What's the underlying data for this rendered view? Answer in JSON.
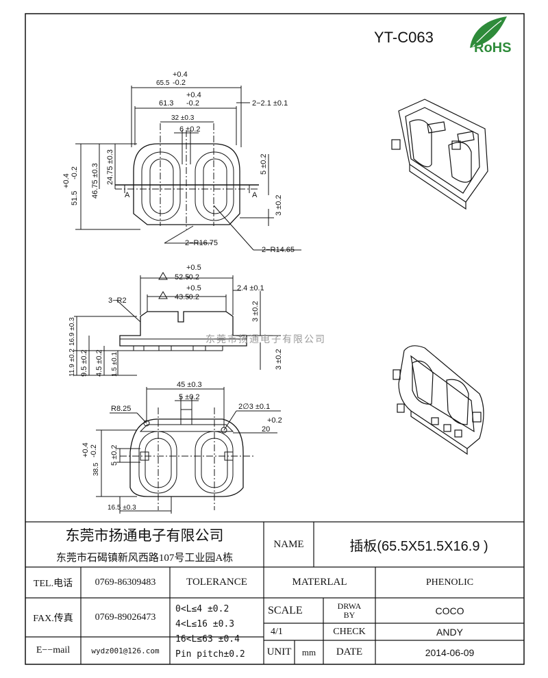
{
  "header": {
    "part_number": "YT-C063",
    "rohs_logo": "RoHS",
    "watermark": "东莞市扬通电子有限公司"
  },
  "drawing": {
    "top_view": {
      "dim_overall_width": "65.5",
      "tol_overall_width": [
        "+0.4",
        "-0.2"
      ],
      "dim_inner_width": "61.3",
      "tol_inner_width": [
        "+0.4",
        "-0.2"
      ],
      "dim_slot_spacing": "32 ±0.3",
      "dim_center_gap": "6 ±0.2",
      "dim_edge": "2−2.1 ±0.1",
      "dim_h_total": "51.5",
      "tol_h_total": [
        "+0.4",
        "-0.2"
      ],
      "dim_h_46": "46.75 ±0.3",
      "dim_h_24": "24.75 ±0.3",
      "dim_right_5": "5 ±0.2",
      "dim_right_3": "3 ±0.2",
      "radius_outer": "2−R16.75",
      "radius_inner": "2−R14.65",
      "section_mark": "A"
    },
    "side_view": {
      "dim_top_width": "52.5",
      "tol_top_width": [
        "+0.5",
        "-0.2"
      ],
      "dim_inner_width": "43.5",
      "tol_inner_width": [
        "+0.5",
        "-0.2"
      ],
      "dim_edge": "2.4 ±0.1",
      "radius": "3−R2",
      "dim_right_3a": "3 ±0.2",
      "dim_right_3b": "3 ±0.2",
      "dim_height_total": "16.9 ±0.3",
      "dim_height_11": "11.9 ±0.2",
      "dim_height_9": "9.5 ±0.2",
      "dim_height_4": "4.5 ±0.2",
      "dim_height_1": "1.5 ±0.1"
    },
    "bottom_view": {
      "dim_width": "45 ±0.3",
      "dim_tab": "5 ±0.2",
      "radius": "R8.25",
      "hole_dia": "2∅3 ±0.1",
      "dim_20": "20",
      "tol_20": "+0.2",
      "dim_height": "38.5",
      "tol_height": [
        "+0.4",
        "-0.2"
      ],
      "dim_left_5": "5 ±0.2",
      "dim_bottom": "16.5 ±0.3"
    }
  },
  "title_block": {
    "company_name": "东莞市扬通电子有限公司",
    "company_address": "东莞市石碣镇新风西路107号工业园A栋",
    "name_label": "NAME",
    "name_value": "插板(65.5X51.5X16.9 )",
    "tel_label": "TEL.电话",
    "tel_value": "0769-86309483",
    "fax_label": "FAX.传真",
    "fax_value": "0769-89026473",
    "email_label": "E−−mail",
    "email_value": "wydz001@126.com",
    "tolerance_label": "TOLERANCE",
    "tolerance_rows": [
      "0<L≤4   ±0.2",
      "4<L≤16  ±0.3",
      "16<L≤63 ±0.4",
      "Pin pitch±0.2"
    ],
    "material_label": "MATERLAL",
    "material_value": "PHENOLIC",
    "scale_label": "SCALE",
    "scale_value": "4/1",
    "drawn_label": "DRWA\nBY",
    "drawn_value": "COCO",
    "check_label": "CHECK",
    "check_value": "ANDY",
    "unit_label": "UNIT",
    "unit_value": "mm",
    "date_label": "DATE",
    "date_value": "2014-06-09"
  }
}
